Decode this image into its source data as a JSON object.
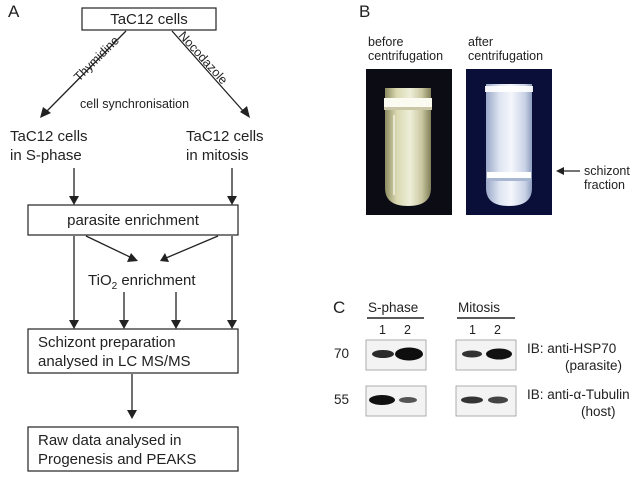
{
  "panel_a": {
    "letter": "A",
    "top_box": "TaC12 cells",
    "left_diag": "Thymidine",
    "right_diag": "Nocodazole",
    "sync_label": "cell synchronisation",
    "s_phase": [
      "TaC12 cells",
      "in S-phase"
    ],
    "mitosis": [
      "TaC12 cells",
      "in mitosis"
    ],
    "enrich_box": "parasite enrichment",
    "tio2_main": "TiO",
    "tio2_sub": "2",
    "tio2_rest": " enrichment",
    "schizont_box": [
      "Schizont preparation",
      "analysed in LC MS/MS"
    ],
    "raw_box": [
      "Raw data analysed in",
      "Progenesis and PEAKS"
    ]
  },
  "panel_b": {
    "letter": "B",
    "before_label": [
      "before",
      "centrifugation"
    ],
    "after_label": [
      "after",
      "centrifugation"
    ],
    "fraction_label": [
      "schizont",
      "fraction"
    ]
  },
  "panel_c": {
    "letter": "C",
    "group1": "S-phase",
    "group2": "Mitosis",
    "lanes": [
      "1",
      "2"
    ],
    "mw": [
      "70",
      "55"
    ],
    "ib1": [
      "IB: anti-HSP70",
      "(parasite)"
    ],
    "ib2": [
      "IB: anti-α-Tubulin",
      "(host)"
    ]
  }
}
